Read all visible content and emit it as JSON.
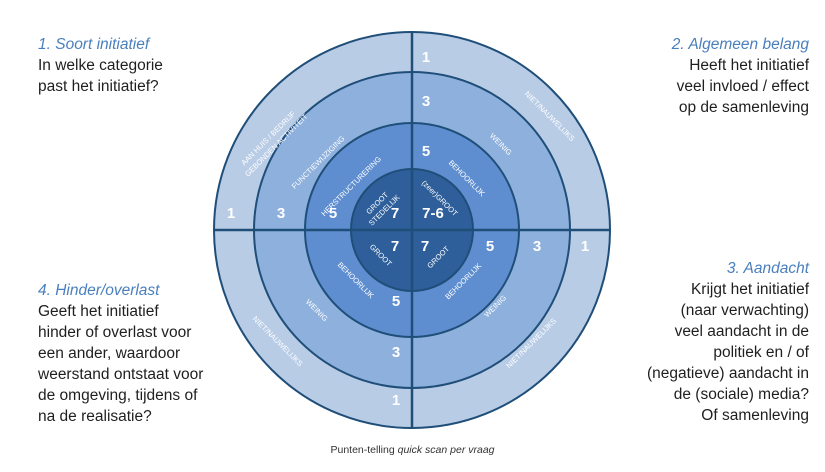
{
  "questions": {
    "q1": {
      "heading": "1. Soort initiatief",
      "lines": [
        "In welke categorie",
        "past het initiatief?"
      ]
    },
    "q2": {
      "heading": "2. Algemeen belang",
      "lines": [
        "Heeft het initiatief",
        "veel invloed / effect",
        "op de samenleving"
      ]
    },
    "q3": {
      "heading": "3. Aandacht",
      "lines": [
        "Krijgt het initiatief",
        "(naar verwachting)",
        "veel aandacht in de",
        "politiek en / of",
        "(negatieve) aandacht in",
        "de (sociale) media?",
        "Of samenleving"
      ]
    },
    "q4": {
      "heading": "4. Hinder/overlast",
      "lines": [
        "Geeft het initiatief",
        "hinder of overlast voor",
        "een ander, waardoor",
        "weerstand ontstaat voor",
        "de omgeving, tijdens of",
        "na de realisatie?"
      ]
    }
  },
  "caption": {
    "prefix": "Punten-telling ",
    "emphasis": "quick scan per vraag"
  },
  "wheel": {
    "colors": {
      "ring_outer": "#b9cce6",
      "ring_3": "#8eb0dd",
      "ring_2": "#5f8ed0",
      "ring_1": "#2f5f9a",
      "stroke": "#1f4e79"
    },
    "q1": {
      "scores": [
        "1",
        "3",
        "5",
        "7"
      ],
      "labels": [
        "AAN HUIS / BEDRIJF",
        "GEBONDEN ACTIVITEIT",
        "FUNCTIEWIJZIGING",
        "HERSTRUCTURERING",
        "GROOT",
        "STEDELIJK"
      ]
    },
    "q2": {
      "scores": [
        "1",
        "3",
        "5",
        "7-6"
      ],
      "labels": [
        "NIET/NAUWELIJKS",
        "WEINIG",
        "BEHOORLIJK",
        "(zeer)GROOT"
      ]
    },
    "q3": {
      "scores": [
        "1",
        "3",
        "5",
        "7"
      ],
      "labels": [
        "NIET/NAUWELIJKS",
        "WEINIG",
        "BEHOORLIJK",
        "GROOT"
      ]
    },
    "q4": {
      "scores": [
        "1",
        "3",
        "5",
        "7"
      ],
      "labels": [
        "NIET/NAUWELIJKS",
        "WEINIG",
        "BEHOORLIJK",
        "GROOT"
      ]
    }
  }
}
